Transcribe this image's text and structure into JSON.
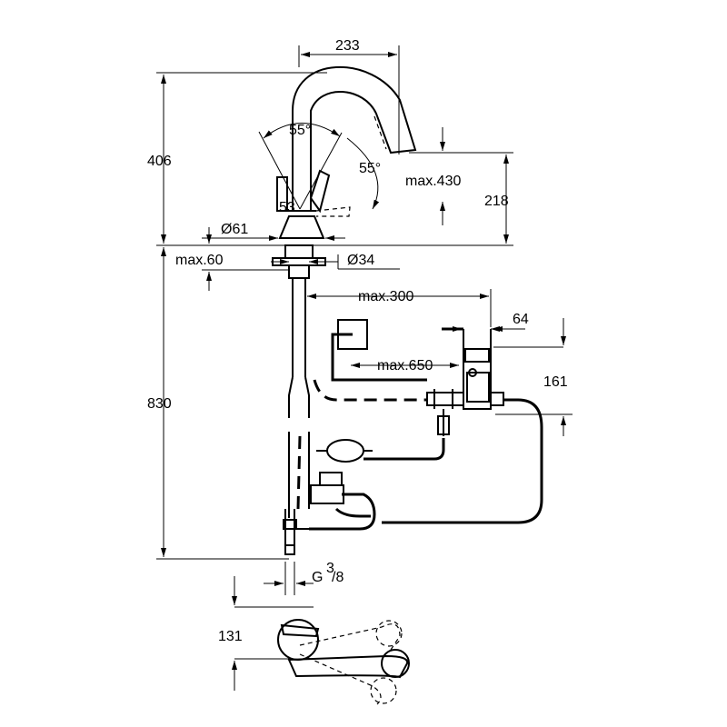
{
  "dimensions": {
    "d233": "233",
    "d406": "406",
    "d55a": "55°",
    "d55b": "55°",
    "dmax430": "max.430",
    "d218": "218",
    "d53": "53",
    "d61": "Ø61",
    "dmax60": "max.60",
    "d34": "Ø34",
    "dmax300": "max.300",
    "d64": "64",
    "dmax650": "max.650",
    "d161": "161",
    "d830": "830",
    "dG": "G",
    "dGsup": "3",
    "dGsub": "/8",
    "d131": "131"
  }
}
